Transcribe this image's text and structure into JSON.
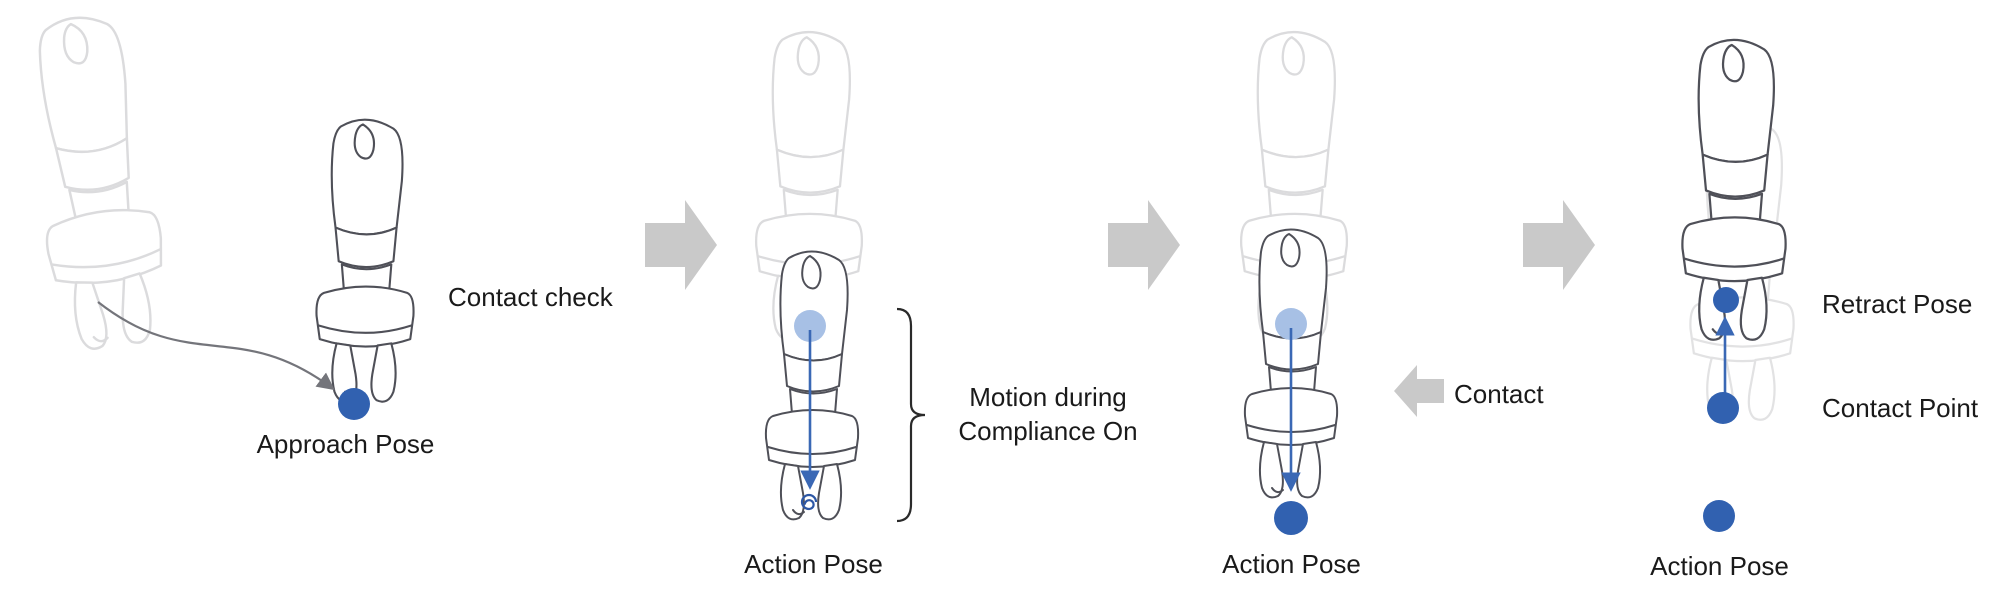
{
  "figure_name": "robot-contact-motion-sequence",
  "colors": {
    "background": "#ffffff",
    "pose_dot_blue": "#3161b0",
    "pose_dot_light_blue": "#a7c0e5",
    "motion_arrow_blue": "#3a68b5",
    "flow_arrow_gray": "#c9c9c9",
    "approach_path_gray": "#74757b",
    "sketch_line_gray": "#4f5058",
    "label_text": "#1a1a1a"
  },
  "icons": {
    "flow_arrow": "block-arrow-right-icon",
    "contact_arrow": "block-arrow-left-icon",
    "approach_path": "curved-arrow-icon",
    "compliance_bracket": "curly-brace-icon",
    "robot_sketch": "robot-gripper-sketch",
    "pose_marker": "filled-circle",
    "contact_scribble": "spiral-mark"
  },
  "stages": [
    {
      "name": "approach",
      "labels": {
        "contact_check": "Contact check",
        "approach_pose": "Approach Pose"
      }
    },
    {
      "name": "compliant-motion",
      "labels": {
        "action_pose": "Action Pose",
        "note_line1": "Motion during",
        "note_line2": "Compliance On"
      }
    },
    {
      "name": "contact",
      "labels": {
        "action_pose": "Action Pose",
        "contact": "Contact"
      }
    },
    {
      "name": "retract",
      "labels": {
        "retract_pose": "Retract Pose",
        "contact_point": "Contact Point",
        "action_pose": "Action Pose"
      }
    }
  ]
}
